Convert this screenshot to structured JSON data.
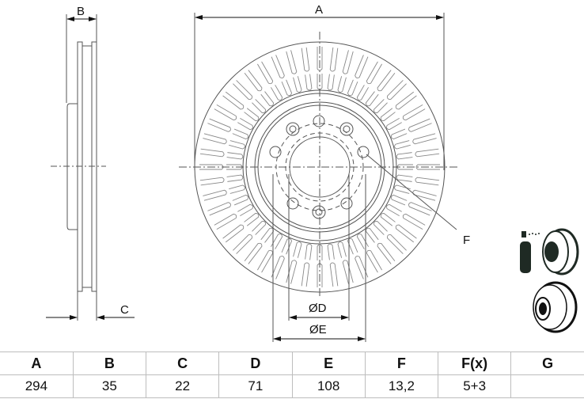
{
  "drawing": {
    "side_view": {
      "label_b": "B",
      "label_c": "C"
    },
    "front_view": {
      "label_a": "A",
      "label_d": "ØD",
      "label_e": "ØE",
      "label_f": "F"
    },
    "icons": [
      "brake-cleaner-spray-icon",
      "vented-disc-icon"
    ]
  },
  "table": {
    "headers": [
      "A",
      "B",
      "C",
      "D",
      "E",
      "F",
      "F(x)",
      "G"
    ],
    "values": [
      "294",
      "35",
      "22",
      "71",
      "108",
      "13,2",
      "5+3",
      ""
    ]
  }
}
